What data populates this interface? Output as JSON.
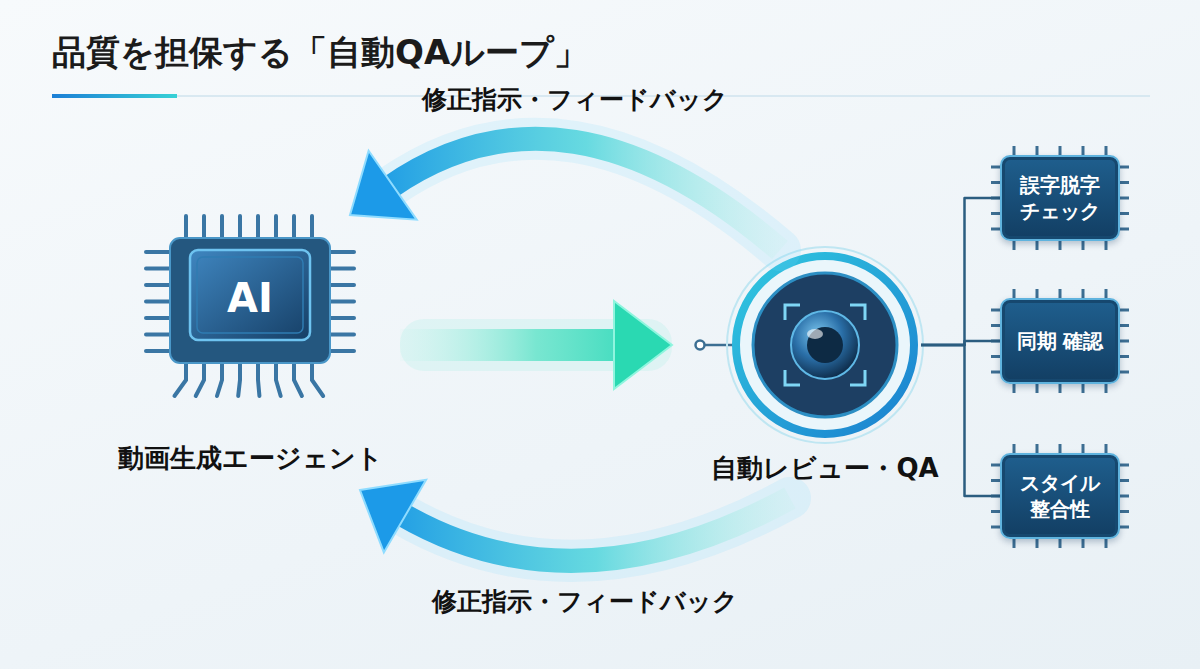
{
  "diagram": {
    "title": "品質を担保する「自動QAループ」",
    "nodes": [
      {
        "text": [
          "AI",
          "動画生成エージェント"
        ]
      },
      {
        "text": [
          "自動レビュー・QA"
        ]
      },
      {
        "text": [
          "誤字脱字 チェック"
        ]
      },
      {
        "text": [
          "同期 確認"
        ]
      },
      {
        "text": [
          "スタイル 整合性"
        ]
      }
    ],
    "edges": [
      {
        "from": 0,
        "to": 1,
        "arrow": "to"
      },
      {
        "from": 1,
        "to": 0,
        "label": "修正指示・フィードバック",
        "arrow": "to"
      },
      {
        "from": 1,
        "to": 0,
        "label": "修正指示・フィードバック",
        "arrow": "to"
      },
      {
        "from": 1,
        "to": 2,
        "arrow": "none"
      },
      {
        "from": 1,
        "to": 3,
        "arrow": "none"
      },
      {
        "from": 1,
        "to": 4,
        "arrow": "none"
      }
    ]
  }
}
